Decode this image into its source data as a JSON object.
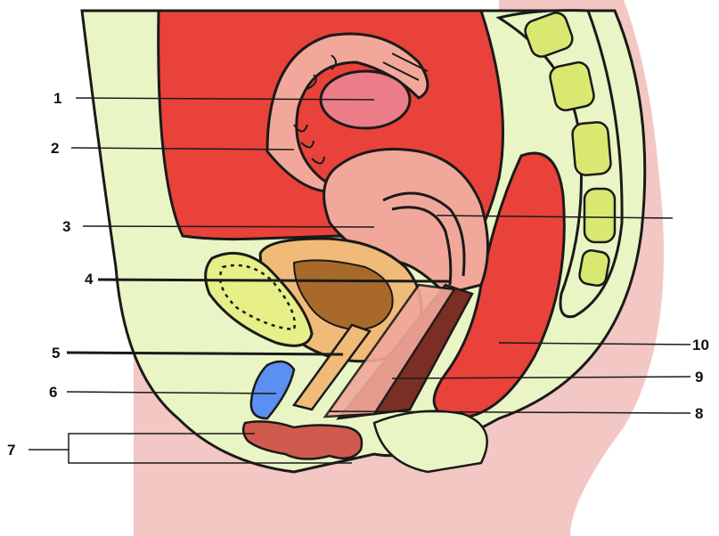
{
  "colors": {
    "skin": "#f3c7c3",
    "pelvic_fill": "#e9f5c4",
    "organ_red": "#e9423b",
    "uterus_pink": "#f1a89a",
    "bladder": "#f0bb78",
    "bladder_inner": "#a8692a",
    "vagina": "#7a2e24",
    "vertebra": "#d9e870",
    "symphysis_dots": "#e6ef88",
    "clitoris_blue": "#5b8ff0",
    "outline": "#1a1a1a"
  },
  "labels": [
    {
      "id": "1",
      "text": "1"
    },
    {
      "id": "2",
      "text": "2"
    },
    {
      "id": "3",
      "text": "3"
    },
    {
      "id": "4",
      "text": "4"
    },
    {
      "id": "5",
      "text": "5"
    },
    {
      "id": "6",
      "text": "6"
    },
    {
      "id": "7",
      "text": "7"
    },
    {
      "id": "8",
      "text": "8"
    },
    {
      "id": "9",
      "text": "9"
    },
    {
      "id": "10",
      "text": "10"
    }
  ]
}
